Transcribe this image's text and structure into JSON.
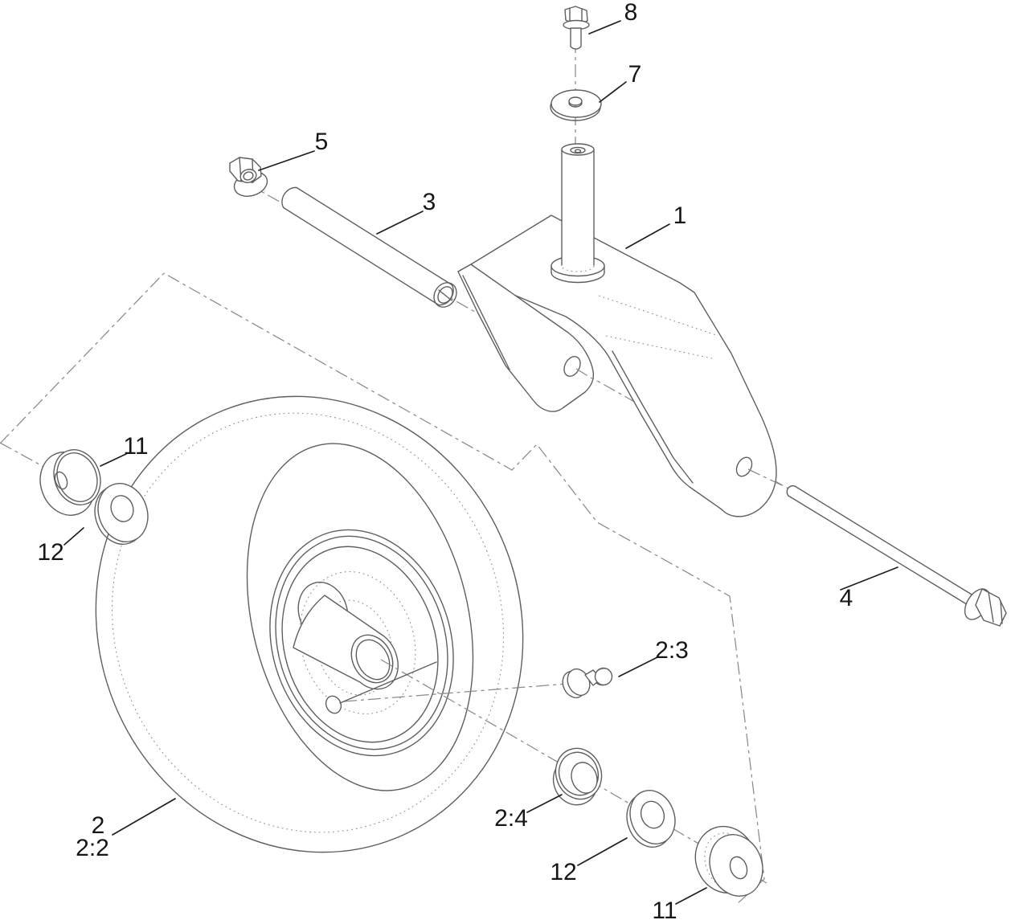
{
  "document": {
    "title": "Caster wheel assembly exploded parts diagram",
    "type": "technical-line-drawing",
    "background_color": "#ffffff",
    "line_color": "#5f5f5f",
    "phantom_line_color": "#8a8a8a",
    "label_color": "#161616"
  },
  "callouts": [
    {
      "label": "1",
      "part": "caster fork with spindle"
    },
    {
      "label": "2",
      "part": "wheel assembly"
    },
    {
      "label": "2:2",
      "part": "tire"
    },
    {
      "label": "2:3",
      "part": "grease fitting"
    },
    {
      "label": "2:4",
      "part": "flanged bearing"
    },
    {
      "label": "3",
      "part": "spacer tube"
    },
    {
      "label": "4",
      "part": "axle bolt"
    },
    {
      "label": "5",
      "part": "flange nut"
    },
    {
      "label": "7",
      "part": "flat washer"
    },
    {
      "label": "8",
      "part": "flange head bolt"
    },
    {
      "label": "11",
      "part": "bushing left"
    },
    {
      "label": "12",
      "part": "washer left"
    },
    {
      "label": "12",
      "part": "washer right"
    },
    {
      "label": "11",
      "part": "bushing right"
    }
  ]
}
